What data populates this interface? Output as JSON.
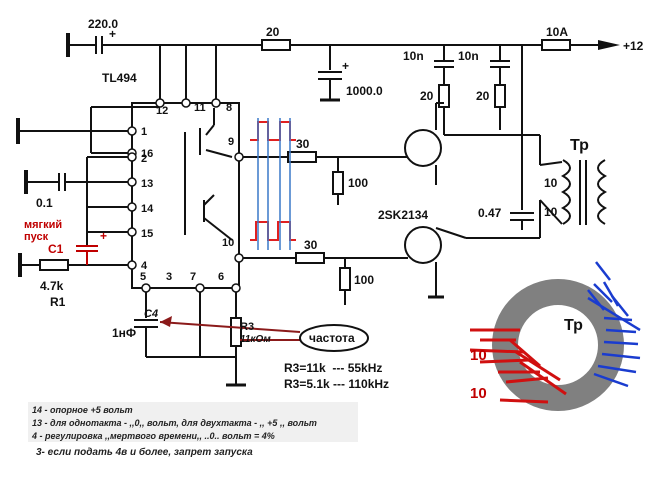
{
  "chip": {
    "name": "TL494"
  },
  "components": {
    "cap_input": "220.0",
    "res_input": "20",
    "cap_bulk": "1000.0",
    "fuse": "10A",
    "output_voltage": "+12",
    "snubber_cap_1": "10n",
    "snubber_cap_2": "10n",
    "snubber_res_1": "20",
    "snubber_res_2": "20",
    "gate_res_1": "30",
    "gate_res_2": "30",
    "pulldown_1": "100",
    "pulldown_2": "100",
    "cap_pin13": "0.1",
    "cap_047": "0.47",
    "winding_1": "10",
    "winding_2": "10",
    "transformer": "Тр",
    "mosfet": "2SK2134",
    "soft_start_line1": "мягкий",
    "soft_start_line2": "пуск",
    "c1": "C1",
    "r1_value": "4.7k",
    "r1": "R1",
    "c4": "C4",
    "c4_value": "1нФ",
    "r3": "R3",
    "r3_value": "11кОм",
    "frequency": "частота"
  },
  "pins": [
    "1",
    "16",
    "2",
    "13",
    "14",
    "15",
    "4",
    "12",
    "11",
    "8",
    "9",
    "10",
    "5",
    "3",
    "7",
    "6"
  ],
  "formulas": [
    "R3=11k  --- 55kHz",
    "R3=5.1k --- 110kHz"
  ],
  "toroid": {
    "label": "Тр",
    "winding_a": "10",
    "winding_b": "10"
  },
  "notes": [
    "14 - опорное +5 вольт",
    "13 - для однотакта - ,,0,, вольт,  для двухтакта - ,, +5 ,, вольт",
    "4 - регулировка ,,мертвого времени,, ..0.. вольт = 4%"
  ],
  "note_bottom": "3- если подать 4в и более, запрет запуска",
  "colors": {
    "wire": "#111111",
    "red": "#c00000",
    "blue": "#1a3ccf",
    "gray": "#8a8a8a",
    "pulse_red": "#e02020",
    "pulse_blue": "#3a78c8"
  }
}
